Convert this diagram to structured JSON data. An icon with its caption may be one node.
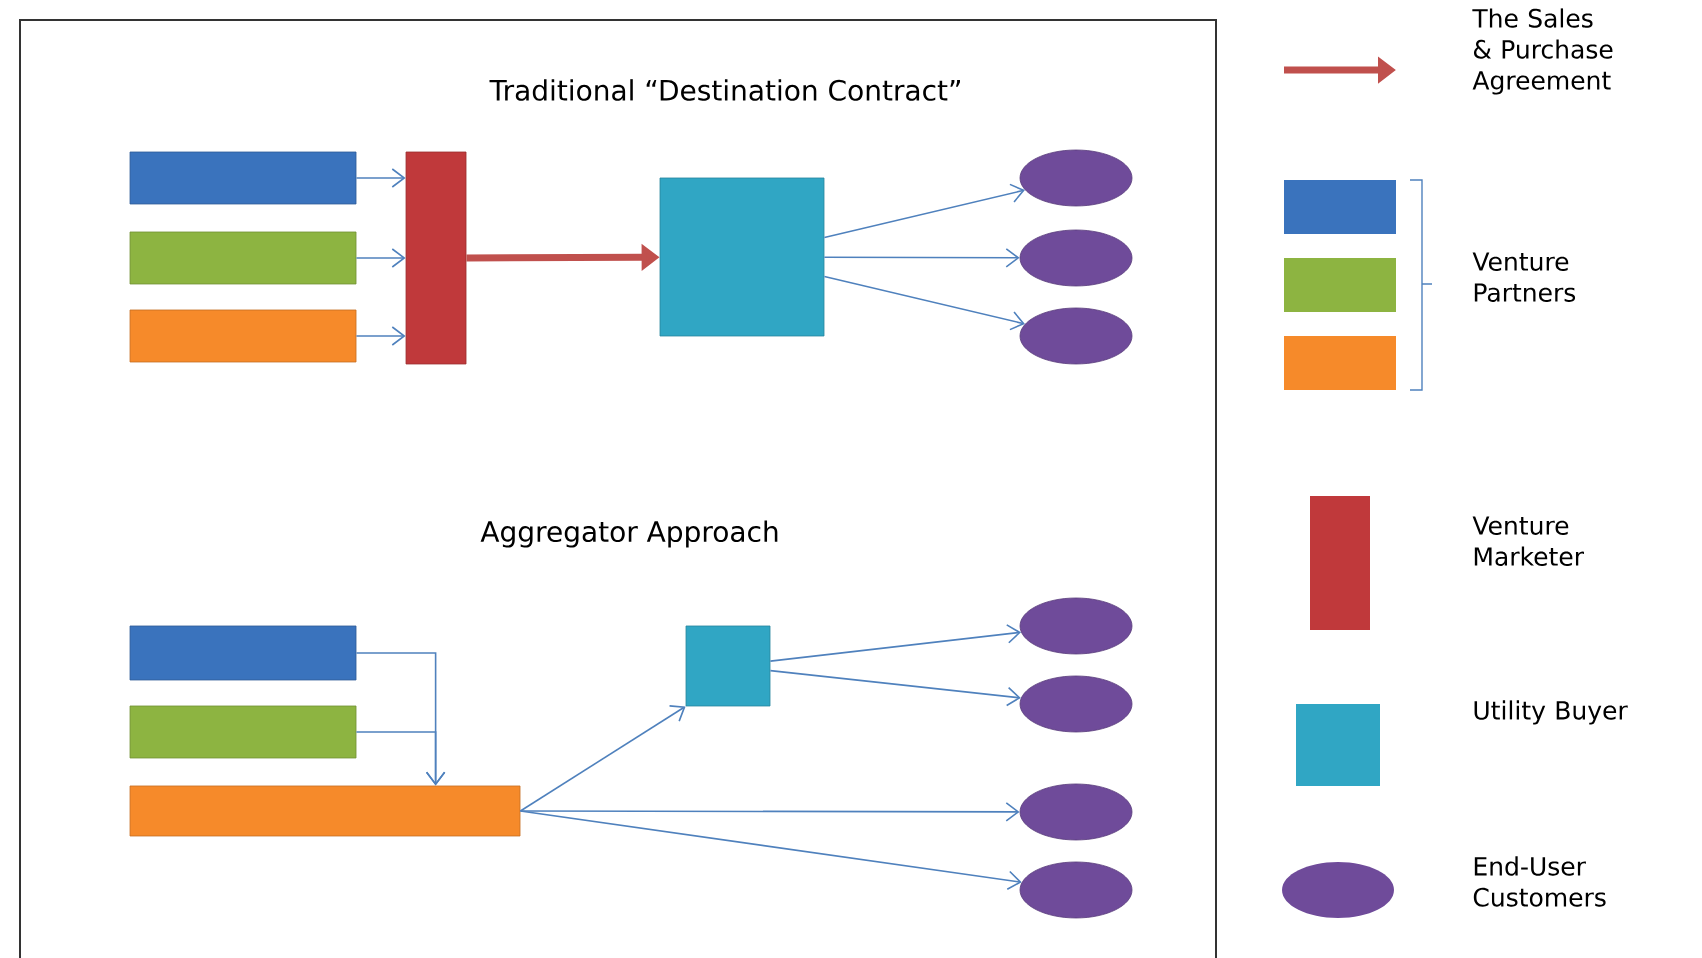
{
  "diagram": {
    "nodes": [
      {
        "text": [],
        "shape": "bar"
      },
      {
        "text": [],
        "shape": "bar"
      },
      {
        "text": [],
        "shape": "bar"
      },
      {
        "text": [],
        "shape": "bar"
      },
      {
        "text": [],
        "shape": "box"
      },
      {
        "text": [],
        "shape": "ellipse"
      },
      {
        "text": [],
        "shape": "ellipse"
      },
      {
        "text": [],
        "shape": "ellipse"
      },
      {
        "text": [],
        "shape": "bar"
      },
      {
        "text": [],
        "shape": "bar"
      },
      {
        "text": [],
        "shape": "bar"
      },
      {
        "text": [],
        "shape": "box"
      },
      {
        "text": [],
        "shape": "ellipse"
      },
      {
        "text": [],
        "shape": "ellipse"
      },
      {
        "text": [],
        "shape": "ellipse"
      },
      {
        "text": [],
        "shape": "ellipse"
      }
    ],
    "edges": [
      {
        "from": 0,
        "to": 3,
        "arrow": "to"
      },
      {
        "from": 1,
        "to": 3,
        "arrow": "to"
      },
      {
        "from": 2,
        "to": 3,
        "arrow": "to"
      },
      {
        "from": 3,
        "to": 4,
        "arrow": "to",
        "style": "thick",
        "color": "#c0504d"
      },
      {
        "from": 4,
        "to": 5,
        "arrow": "to"
      },
      {
        "from": 4,
        "to": 6,
        "arrow": "to"
      },
      {
        "from": 4,
        "to": 7,
        "arrow": "to"
      },
      {
        "from": 8,
        "to": 10,
        "arrow": "to"
      },
      {
        "from": 9,
        "to": 10,
        "arrow": "to"
      },
      {
        "from": 10,
        "to": 11,
        "arrow": "to"
      },
      {
        "from": 11,
        "to": 12,
        "arrow": "to"
      },
      {
        "from": 11,
        "to": 13,
        "arrow": "to"
      },
      {
        "from": 10,
        "to": 14,
        "arrow": "to"
      },
      {
        "from": 10,
        "to": 15,
        "arrow": "to"
      }
    ],
    "labels": [
      "Traditional “Destination Contract”",
      "Aggregator Approach"
    ],
    "legend": [
      {
        "text": "The Sales & Purchase Agreement"
      },
      {
        "text": "Venture Partners"
      },
      {
        "text": "Venture Marketer"
      },
      {
        "text": "Utility Buyer"
      },
      {
        "text": "End-User Customers"
      }
    ]
  }
}
